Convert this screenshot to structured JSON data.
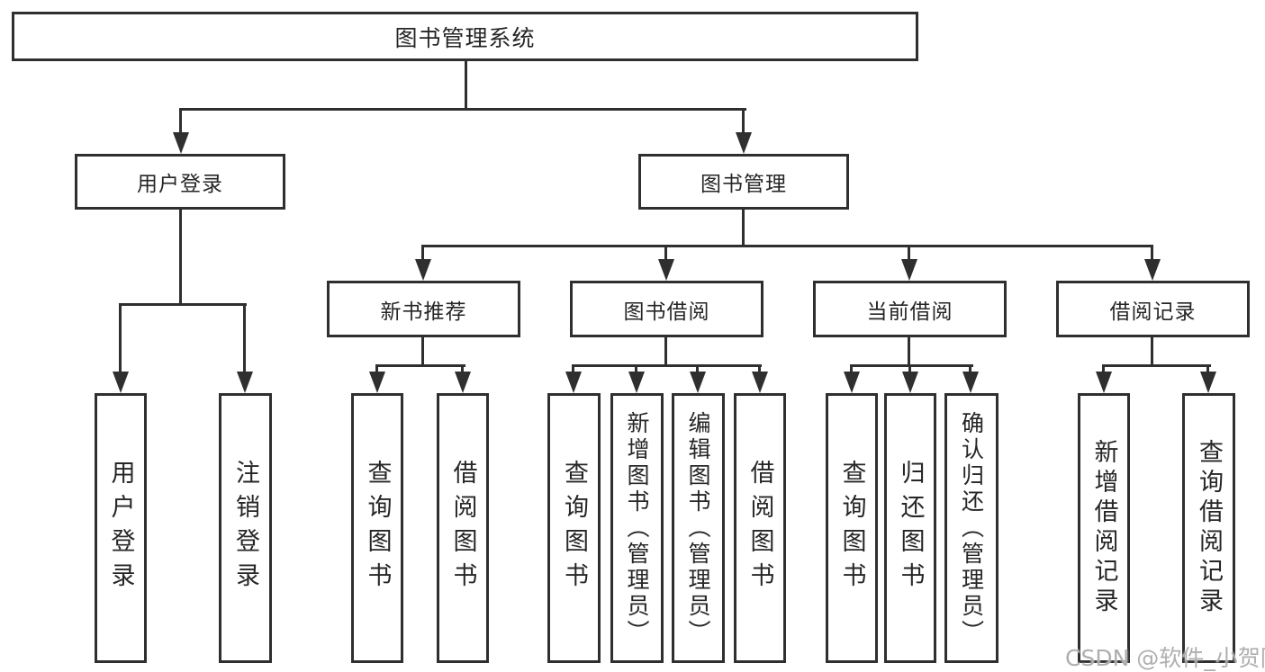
{
  "tree": {
    "root": {
      "label": "图书管理系统"
    },
    "children": [
      {
        "label": "用户登录",
        "children": [
          {
            "label": "用户登录"
          },
          {
            "label": "注销登录"
          }
        ]
      },
      {
        "label": "图书管理",
        "children": [
          {
            "label": "新书推荐",
            "children": [
              {
                "label": "查询图书"
              },
              {
                "label": "借阅图书"
              }
            ]
          },
          {
            "label": "图书借阅",
            "children": [
              {
                "label": "查询图书"
              },
              {
                "label": "新增图书（管理员）"
              },
              {
                "label": "编辑图书（管理员）"
              },
              {
                "label": "借阅图书"
              }
            ]
          },
          {
            "label": "当前借阅",
            "children": [
              {
                "label": "查询图书"
              },
              {
                "label": "归还图书"
              },
              {
                "label": "确认归还（管理员）"
              }
            ]
          },
          {
            "label": "借阅记录",
            "children": [
              {
                "label": "新增借阅记录"
              },
              {
                "label": "查询借阅记录"
              }
            ]
          }
        ]
      }
    ]
  },
  "watermark": {
    "text": "CSDN @软件_小贺同学"
  },
  "colors": {
    "line": "#2f2f2f",
    "text": "#262626",
    "watermark": "#a8a8a8",
    "background": "#ffffff"
  }
}
